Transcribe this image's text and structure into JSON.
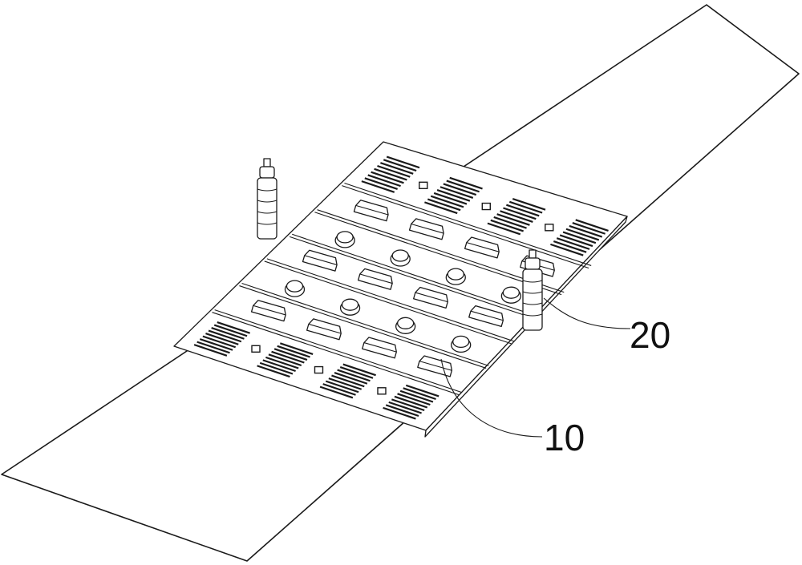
{
  "labels": {
    "speed_bump": "10",
    "post": "20"
  },
  "icons": {
    "plate_glyph": "small-square-glyph"
  },
  "colors": {
    "line": "#1a1a1a",
    "background": "#ffffff"
  }
}
